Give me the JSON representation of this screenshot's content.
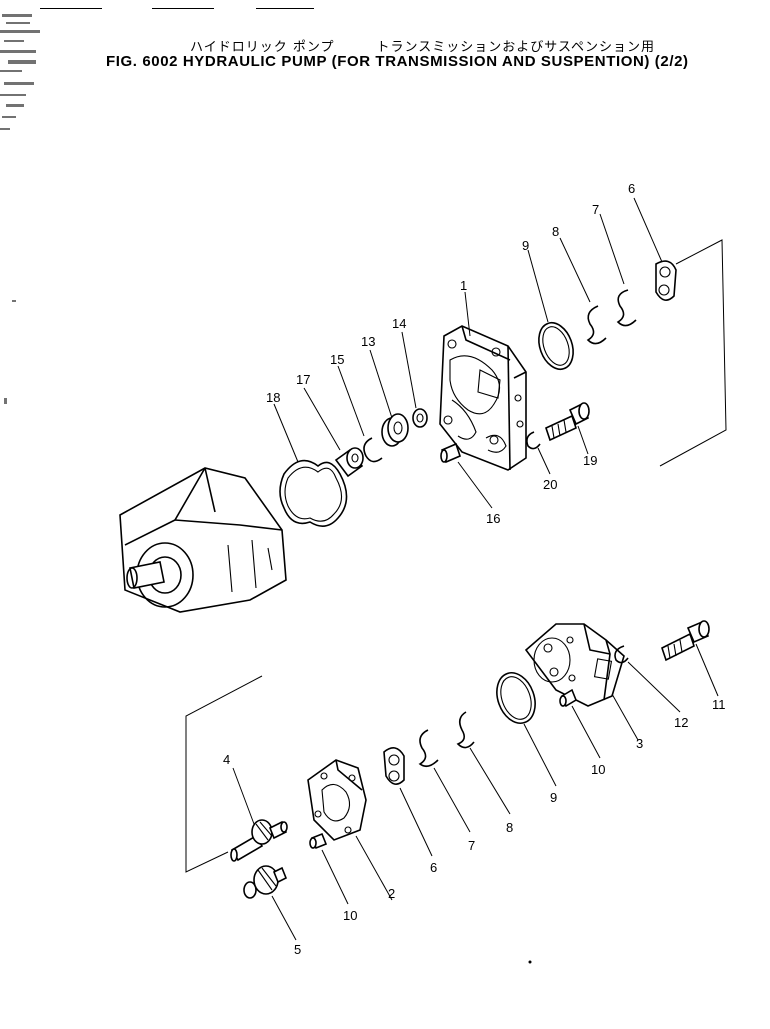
{
  "header": {
    "title_jp": "ハイドロリック ポンプ　　　トランスミッションおよびサスペンション用",
    "title_en": "FIG. 6002  HYDRAULIC PUMP (FOR TRANSMISSION AND SUSPENTION) (2/2)"
  },
  "callouts": {
    "c1": "1",
    "c2": "2",
    "c3": "3",
    "c4": "4",
    "c5": "5",
    "c6a": "6",
    "c6b": "6",
    "c7a": "7",
    "c7b": "7",
    "c8a": "8",
    "c8b": "8",
    "c9a": "9",
    "c9b": "9",
    "c10a": "10",
    "c10b": "10",
    "c11": "11",
    "c12": "12",
    "c13": "13",
    "c14": "14",
    "c15": "15",
    "c16": "16",
    "c17": "17",
    "c18": "18",
    "c19": "19",
    "c20": "20"
  }
}
